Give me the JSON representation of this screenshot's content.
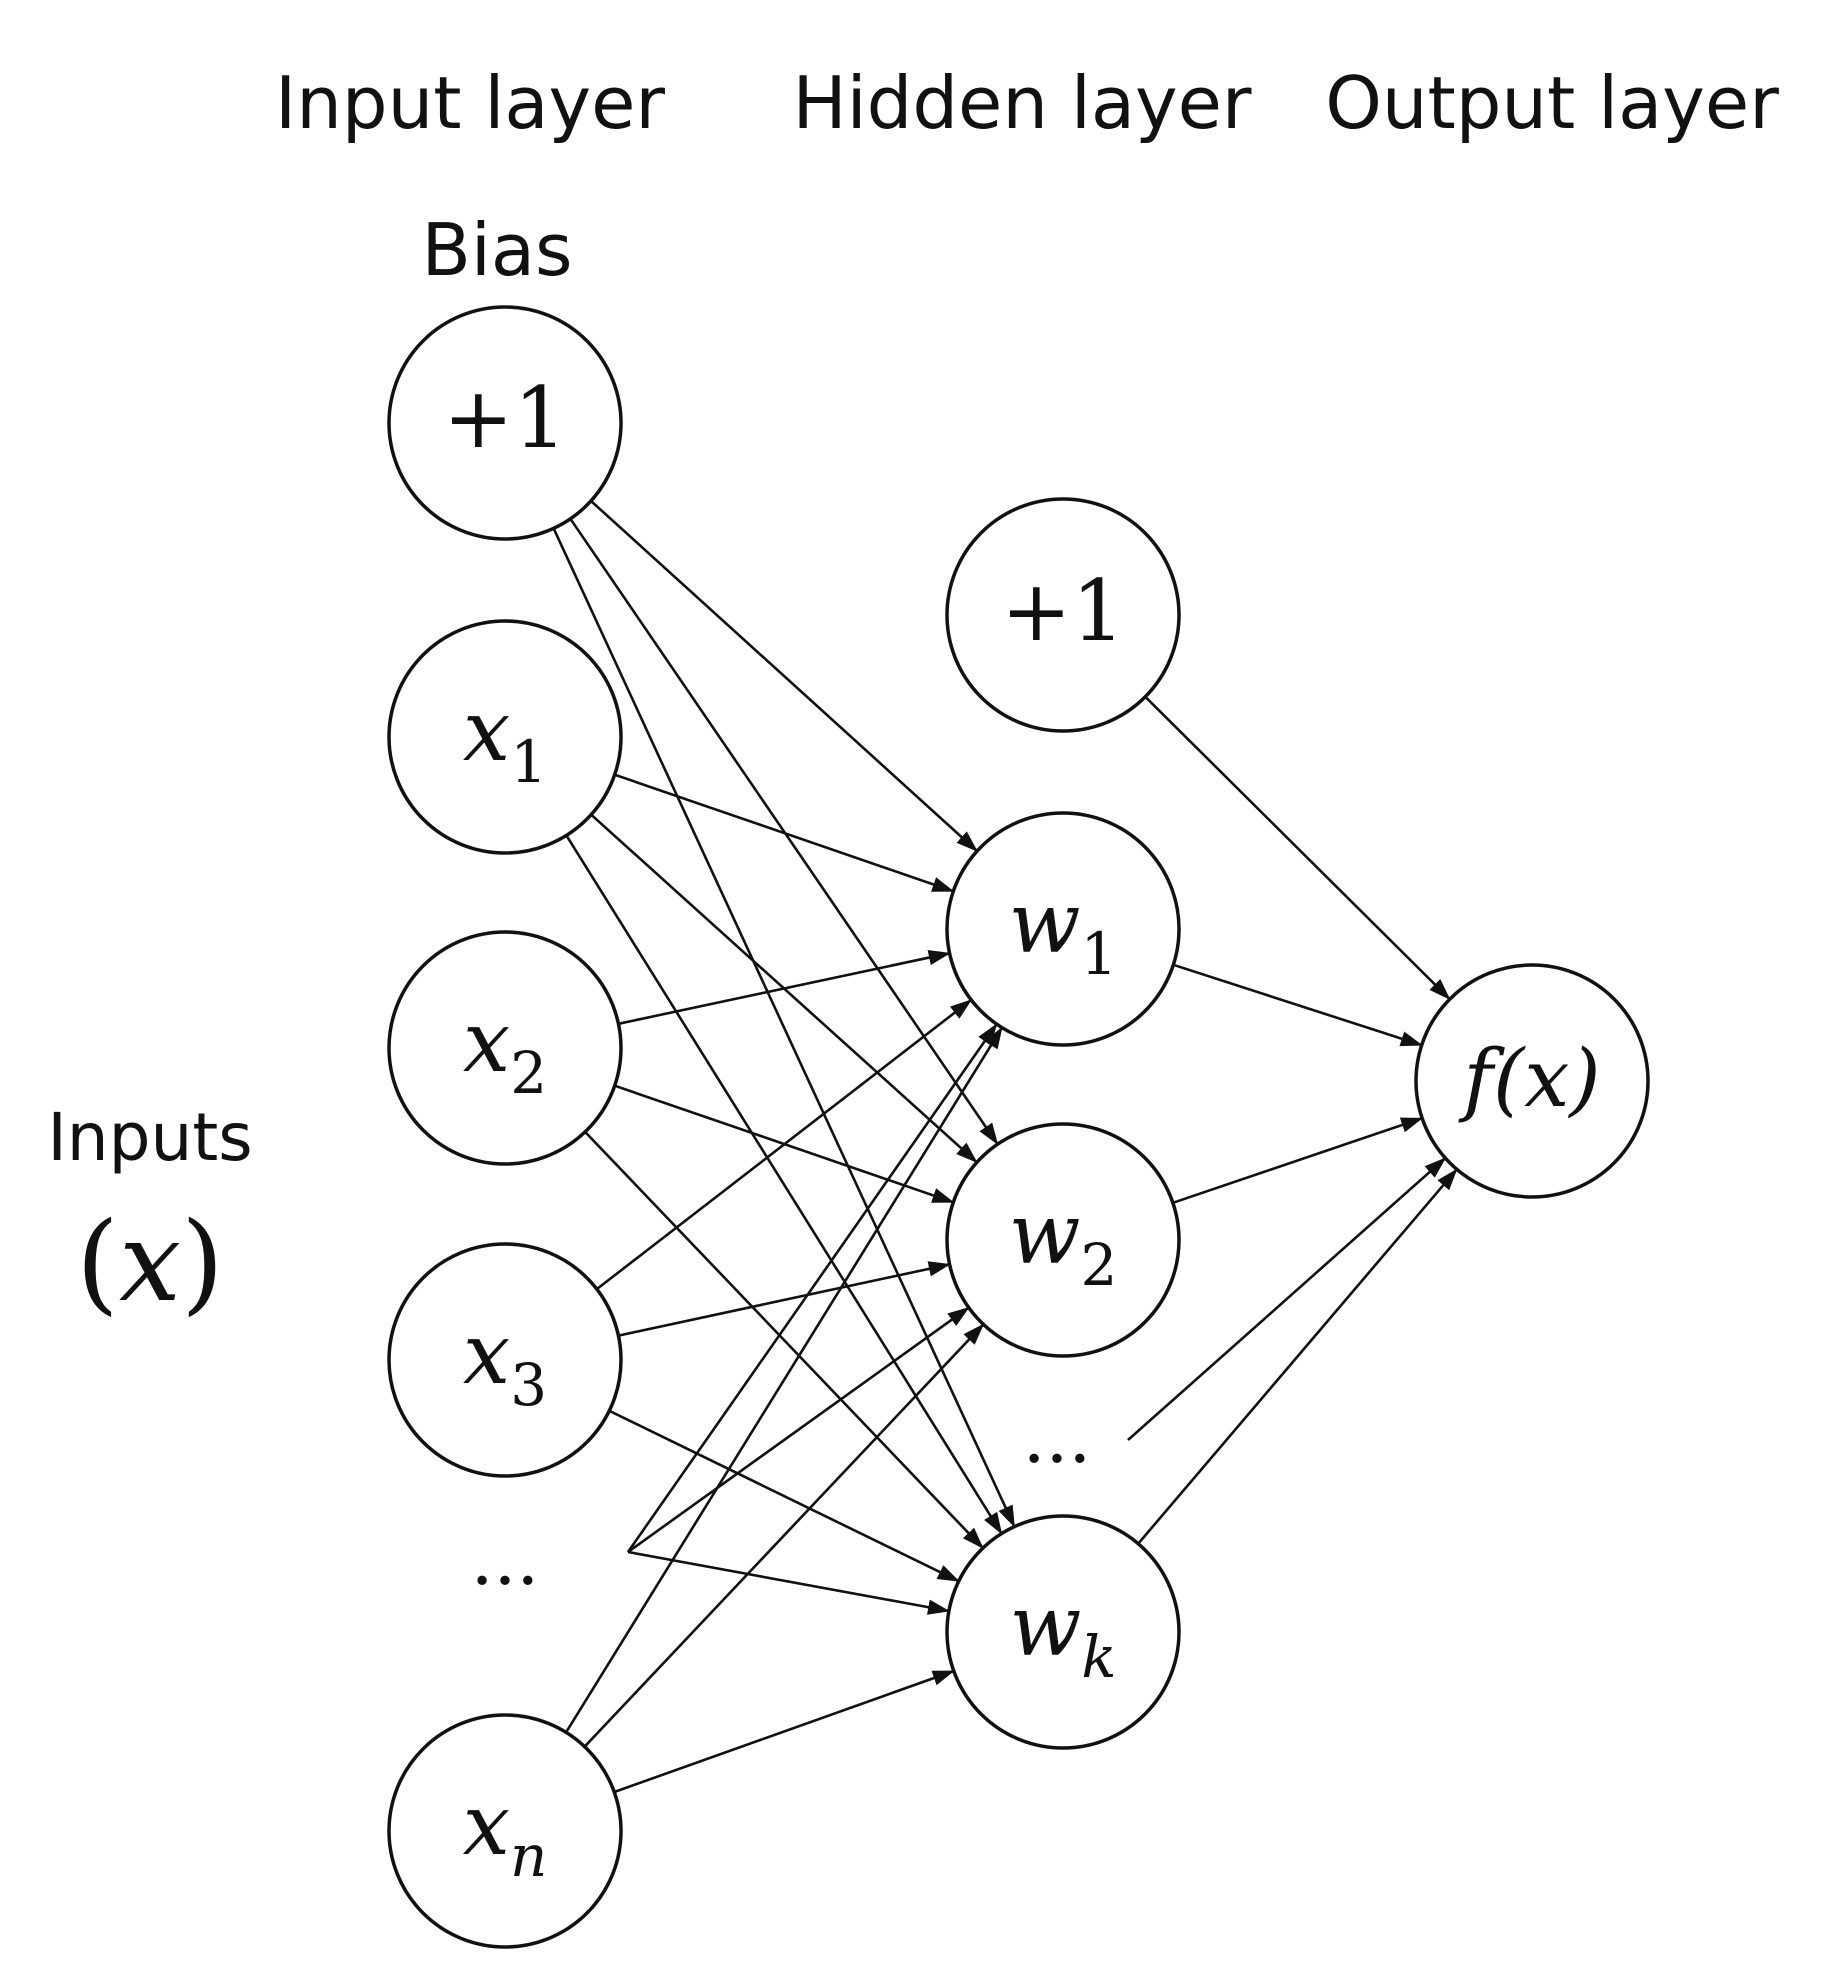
{
  "headers": {
    "input": "Input layer",
    "hidden": "Hidden layer",
    "output": "Output layer"
  },
  "bias_label": "Bias",
  "inputs_label": {
    "text": "Inputs",
    "symbol": "x"
  },
  "nodes": {
    "in_bias": {
      "main": "+1",
      "sub": ""
    },
    "in_x1": {
      "main": "x",
      "sub": "1"
    },
    "in_x2": {
      "main": "x",
      "sub": "2"
    },
    "in_x3": {
      "main": "x",
      "sub": "3"
    },
    "in_xn": {
      "main": "x",
      "sub": "n"
    },
    "hid_bias": {
      "main": "+1",
      "sub": ""
    },
    "hid_w1": {
      "main": "w",
      "sub": "1"
    },
    "hid_w2": {
      "main": "w",
      "sub": "2"
    },
    "hid_wk": {
      "main": "w",
      "sub": "k"
    },
    "out": {
      "main": "f(x)",
      "sub": ""
    }
  },
  "ellipsis": {
    "input": "...",
    "hidden": "..."
  },
  "edges": [
    [
      "in_bias",
      "hid_w1"
    ],
    [
      "in_bias",
      "hid_w2"
    ],
    [
      "in_bias",
      "hid_wk"
    ],
    [
      "in_x1",
      "hid_w1"
    ],
    [
      "in_x1",
      "hid_w2"
    ],
    [
      "in_x1",
      "hid_wk"
    ],
    [
      "in_x2",
      "hid_w1"
    ],
    [
      "in_x2",
      "hid_w2"
    ],
    [
      "in_x2",
      "hid_wk"
    ],
    [
      "in_x3",
      "hid_w1"
    ],
    [
      "in_x3",
      "hid_w2"
    ],
    [
      "in_x3",
      "hid_wk"
    ],
    [
      "in_dots",
      "hid_w1"
    ],
    [
      "in_dots",
      "hid_w2"
    ],
    [
      "in_dots",
      "hid_wk"
    ],
    [
      "in_xn",
      "hid_w1"
    ],
    [
      "in_xn",
      "hid_w2"
    ],
    [
      "in_xn",
      "hid_wk"
    ],
    [
      "hid_bias",
      "out"
    ],
    [
      "hid_w1",
      "out"
    ],
    [
      "hid_w2",
      "out"
    ],
    [
      "hid_dots",
      "out"
    ],
    [
      "hid_wk",
      "out"
    ]
  ]
}
